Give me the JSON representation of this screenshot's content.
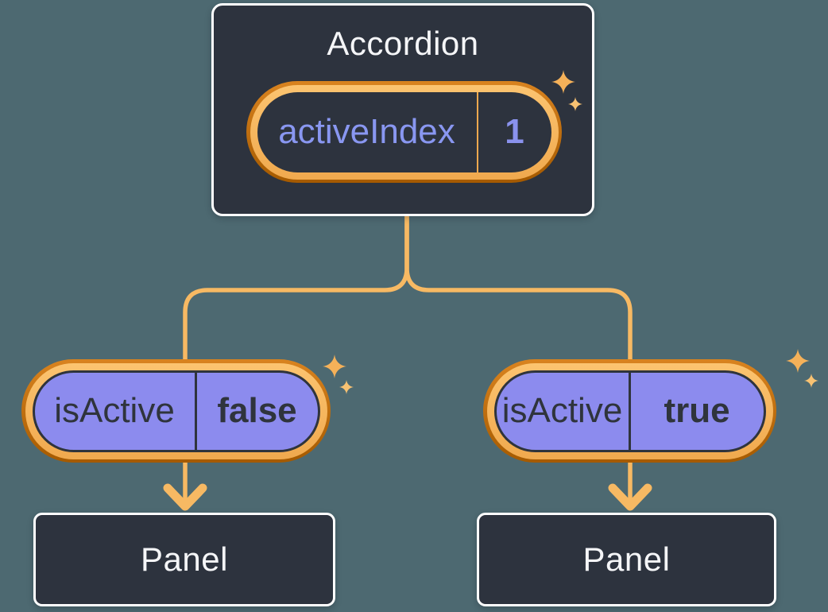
{
  "diagram": {
    "title_note": "React state tree: Accordion owns activeIndex, panels receive isActive",
    "background_color": "#4D6971",
    "colors": {
      "connector_gold": "#F7B963",
      "ring_outer_orange": "#C06A10",
      "ring_inner_gold": "#F7B963",
      "pill_purple": "#8C8BEE",
      "box_dark": "#2D333E",
      "box_border_white": "#FFFFFF",
      "text_light": "#F5F6F8",
      "text_purple": "#8997F1",
      "text_dark": "#2F343C",
      "sparkle_gold": "#F6B55F"
    },
    "root": {
      "title": "Accordion",
      "state": {
        "label": "activeIndex",
        "value": "1"
      }
    },
    "children": [
      {
        "state": {
          "label": "isActive",
          "value": "false"
        },
        "panel": {
          "label": "Panel"
        }
      },
      {
        "state": {
          "label": "isActive",
          "value": "true"
        },
        "panel": {
          "label": "Panel"
        }
      }
    ],
    "icons": [
      "sparkle-icon-large",
      "sparkle-icon-small",
      "arrow-down-icon"
    ]
  }
}
